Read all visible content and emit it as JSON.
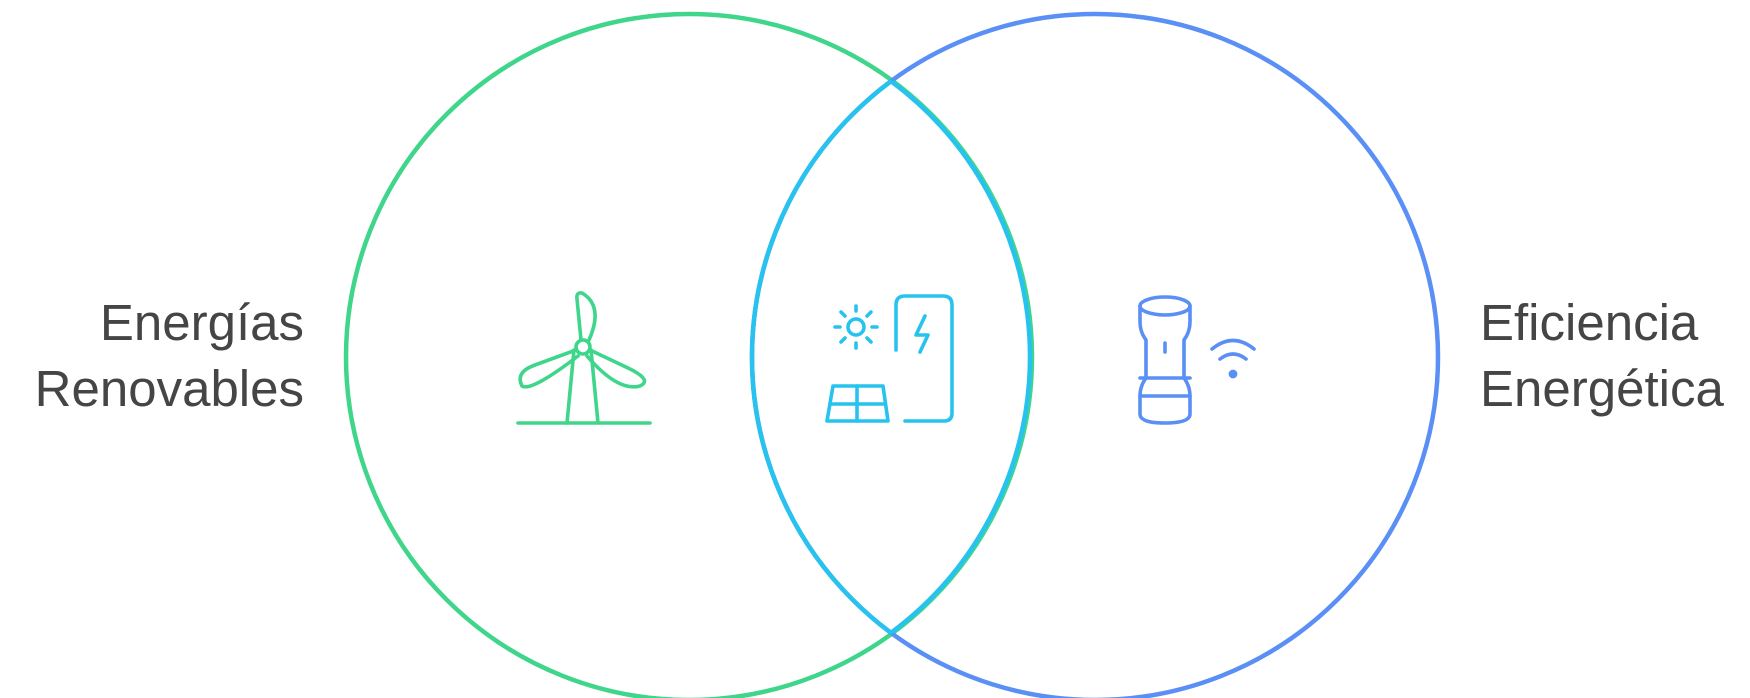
{
  "diagram": {
    "type": "venn",
    "sets": [
      {
        "id": "left",
        "label_lines": [
          "Energías",
          "Renovables"
        ],
        "color": "#3FD68B",
        "icon": "wind-turbine-icon"
      },
      {
        "id": "right",
        "label_lines": [
          "Eficiencia",
          "Energética"
        ],
        "color": "#5A8FF5",
        "icon": "smart-thermostat-wifi-icon"
      }
    ],
    "intersection": {
      "color": "#27C3EE",
      "icon": "solar-panel-charging-station-icon"
    }
  }
}
